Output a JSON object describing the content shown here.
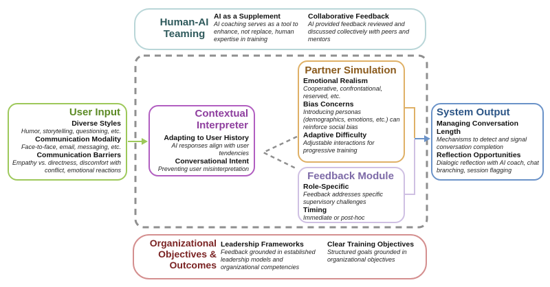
{
  "human_ai": {
    "title_line1": "Human-AI",
    "title_line2": "Teaming",
    "supplement": {
      "heading": "AI as a Supplement",
      "text": "AI coaching serves as a tool to enhance, not replace, human expertise in training"
    },
    "collaborative": {
      "heading": "Collaborative Feedback",
      "text": "AI provided feedback reviewed and discussed collectively with peers and mentors"
    }
  },
  "user_input": {
    "title": "User Input",
    "items": [
      {
        "heading": "Diverse Styles",
        "text": "Humor, storytelling, questioning, etc."
      },
      {
        "heading": "Communication Modality",
        "text": "Face-to-face, email, messaging, etc."
      },
      {
        "heading": "Communication Barriers",
        "text": "Empathy vs. directness, discomfort with conflict, emotional reactions"
      }
    ]
  },
  "contextual": {
    "title_line1": "Contextual",
    "title_line2": "Interpreter",
    "items": [
      {
        "heading": "Adapting to User History",
        "text": "AI responses align with user tendencies"
      },
      {
        "heading": "Conversational Intent",
        "text": "Preventing user misinterpretation"
      }
    ]
  },
  "partner": {
    "title": "Partner Simulation",
    "items": [
      {
        "heading": "Emotional Realism",
        "text": "Cooperative, confrontational, reserved, etc."
      },
      {
        "heading": "Bias Concerns",
        "text": "Introducing personas (demographics, emotions, etc.) can reinforce social bias"
      },
      {
        "heading": "Adaptive Difficulty",
        "text": "Adjustable interactions for progressive training"
      }
    ]
  },
  "feedback": {
    "title": "Feedback Module",
    "items": [
      {
        "heading": "Role-Specific",
        "text": "Feedback addresses specific supervisory challenges"
      },
      {
        "heading": "Timing",
        "text": "Immediate or post-hoc"
      }
    ]
  },
  "output": {
    "title": "System Output",
    "items": [
      {
        "heading": "Managing Conversation Length",
        "text": "Mechanisms to detect and signal conversation completion"
      },
      {
        "heading": "Reflection Opportunities",
        "text": "Dialogic reflection with AI coach, chat branching, session flagging"
      }
    ]
  },
  "org": {
    "title_line1": "Organizational",
    "title_line2": "Objectives &",
    "title_line3": "Outcomes",
    "leadership": {
      "heading": "Leadership Frameworks",
      "text": "Feedback grounded in established leadership models and organizational competencies"
    },
    "training": {
      "heading": "Clear Training Objectives",
      "text": "Structured goals grounded in organizational objectives"
    }
  },
  "colors": {
    "teal": "#b9d6d8",
    "teal_text": "#2f5a5c",
    "green": "#9dc85a",
    "green_text": "#5c8a25",
    "purple": "#b15ec0",
    "purple_text": "#8e3e9e",
    "orange": "#dfb066",
    "orange_text": "#8a5a1c",
    "lavender": "#cfc0e3",
    "lavender_text": "#7d6aa7",
    "blue": "#6a92c8",
    "blue_text": "#2c5586",
    "red": "#d48f8f",
    "red_text": "#7a2323",
    "dash": "#8f8f8f"
  }
}
